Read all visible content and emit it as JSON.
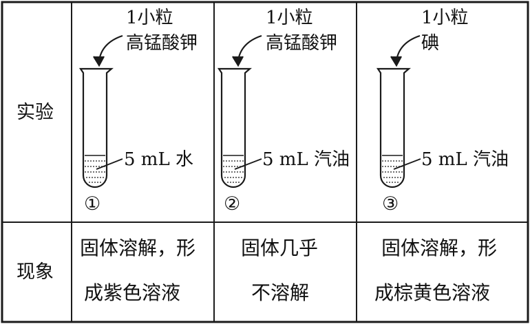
{
  "table": {
    "row_labels": {
      "experiment": "实验",
      "phenomenon": "现象"
    },
    "experiments": [
      {
        "num": "①",
        "solute_top": "1小粒",
        "solute_name": "高锰酸钾",
        "solvent": "5 mL 水",
        "phenomenon_line1": "固体溶解，形",
        "phenomenon_line2": "成紫色溶液"
      },
      {
        "num": "②",
        "solute_top": "1小粒",
        "solute_name": "高锰酸钾",
        "solvent": "5 mL 汽油",
        "phenomenon_line1": "固体几乎",
        "phenomenon_line2": "不溶解"
      },
      {
        "num": "③",
        "solute_top": "1小粒",
        "solute_name": "碘",
        "solvent": "5 mL 汽油",
        "phenomenon_line1": "固体溶解，形",
        "phenomenon_line2": "成棕黄色溶液"
      }
    ]
  }
}
